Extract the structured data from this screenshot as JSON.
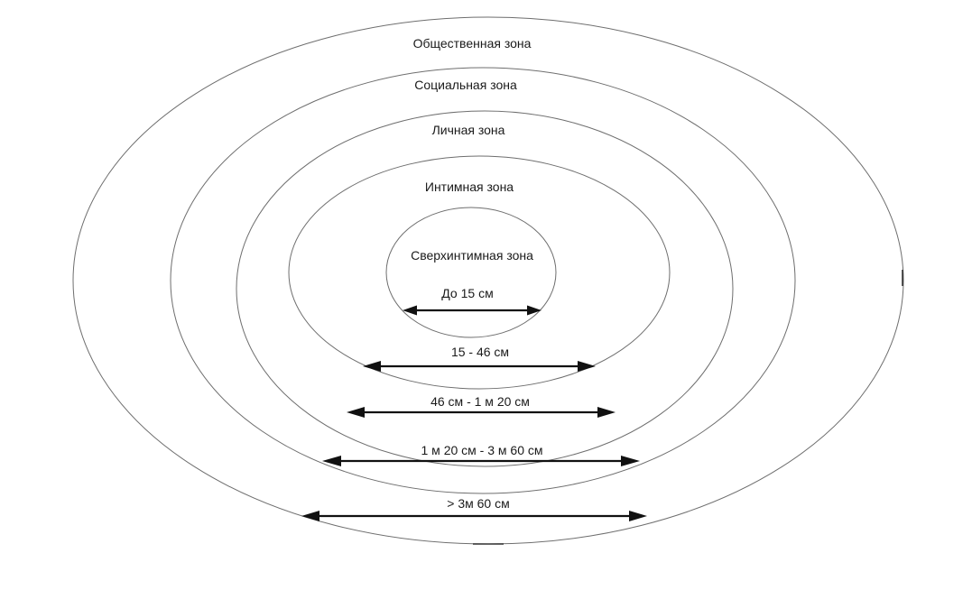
{
  "zones": [
    {
      "id": "public",
      "label": "Общественная зона"
    },
    {
      "id": "social",
      "label": "Социальная зона"
    },
    {
      "id": "personal",
      "label": "Личная зона"
    },
    {
      "id": "intimate",
      "label": "Интимная зона"
    },
    {
      "id": "super-intimate",
      "label": "Сверхинтимная зона"
    }
  ],
  "distances": [
    {
      "id": "super-intimate",
      "label": "До 15 см"
    },
    {
      "id": "intimate",
      "label": "15 - 46 см"
    },
    {
      "id": "personal",
      "label": "46 см - 1 м 20 см"
    },
    {
      "id": "social",
      "label": "1 м 20 см - 3 м 60 см"
    },
    {
      "id": "public",
      "label": "> 3м 60 см"
    }
  ]
}
